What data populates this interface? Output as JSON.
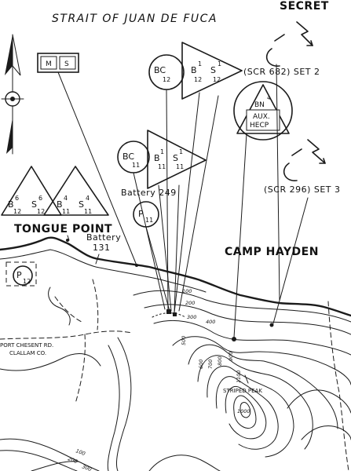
{
  "title": "STRAIT OF JUAN DE FUCA",
  "classification": "SECRET",
  "legend_box": {
    "left": "M",
    "right": "S"
  },
  "bc12_group": {
    "bc": "BC",
    "bc_sub": "12",
    "b": "B",
    "b_sup": "1",
    "b_sub": "12",
    "s": "S",
    "s_sup": "1",
    "s_sub": "12"
  },
  "radar_set_2": "(SCR 682) SET 2",
  "bn_triangle": {
    "bn": "BN",
    "bn_sup": "4",
    "line1": "AUX.",
    "line2": "HECP"
  },
  "bc11_group": {
    "bc": "BC",
    "bc_sub": "11",
    "b": "B",
    "b_sup": "1",
    "b_sub": "11",
    "s": "S",
    "s_sup": "1",
    "s_sub": "11"
  },
  "battery_249": "Battery 249",
  "p11": {
    "p": "P",
    "sub": "11"
  },
  "radar_set_3": "(SCR 296) SET 3",
  "tongue_group": {
    "items": [
      {
        "l": "B",
        "sup": "6",
        "sub": "12"
      },
      {
        "l": "S",
        "sup": "6",
        "sub": "12"
      },
      {
        "l": "B",
        "sup": "4",
        "sub": "11"
      },
      {
        "l": "S",
        "sup": "4",
        "sub": "11"
      }
    ]
  },
  "tongue_point": "TONGUE POINT",
  "battery_131": {
    "line1": "Battery",
    "line2": "131"
  },
  "camp_hayden": "CAMP HAYDEN",
  "p12": {
    "p": "P",
    "sub": "12"
  },
  "road_label": {
    "line1": "PORT CHESENT RD.",
    "line2": "CLALLAM CO."
  },
  "striped_peak": "STRIPED PEAK",
  "contour_labels": [
    "100",
    "200",
    "300",
    "400",
    "500",
    "600",
    "700",
    "800",
    "900",
    "1000",
    "1100",
    "100",
    "200",
    "300"
  ]
}
